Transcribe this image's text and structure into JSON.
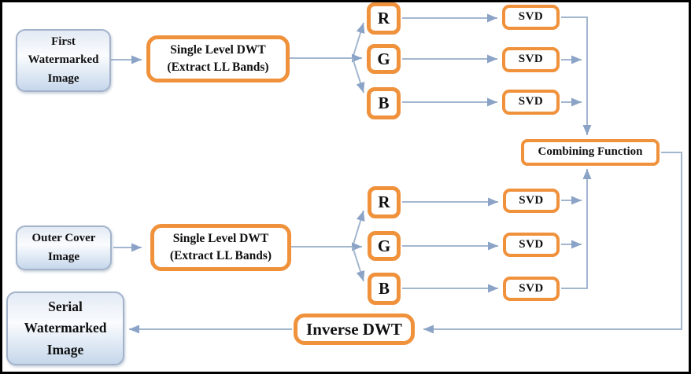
{
  "figure": {
    "kind": "flowchart"
  },
  "colors": {
    "process_border_orange": "#f0913c",
    "connector_blue": "#a3b6cf",
    "arrowhead_blue": "#8aa3c6",
    "image_node_fill_top": "#e3eaf4",
    "image_node_fill_bottom": "#c6d7eb",
    "image_node_border": "#a2b3ca",
    "text": "#101010",
    "frame_border": "#000000",
    "background": "#ffffff"
  },
  "nodes": {
    "first_watermarked_image": "First\nWatermarked\nImage",
    "single_level_dwt_top": "Single Level DWT\n(Extract LL Bands)",
    "r_channel_top": "R",
    "g_channel_top": "G",
    "b_channel_top": "B",
    "svd_top_r": "SVD",
    "svd_top_g": "SVD",
    "svd_top_b": "SVD",
    "combining_function": "Combining Function",
    "outer_cover_image": "Outer Cover\nImage",
    "single_level_dwt_bottom": "Single Level DWT\n(Extract LL Bands)",
    "r_channel_bottom": "R",
    "g_channel_bottom": "G",
    "b_channel_bottom": "B",
    "svd_bottom_r": "SVD",
    "svd_bottom_g": "SVD",
    "svd_bottom_b": "SVD",
    "inverse_dwt": "Inverse DWT",
    "serial_watermarked_image": "Serial\nWatermarked\nImage"
  },
  "edges": [
    "first_watermarked_image -> single_level_dwt_top",
    "single_level_dwt_top -> r_channel_top",
    "single_level_dwt_top -> g_channel_top",
    "single_level_dwt_top -> b_channel_top",
    "r_channel_top -> svd_top_r",
    "g_channel_top -> svd_top_g",
    "b_channel_top -> svd_top_b",
    "svd_top_r -> combining_function",
    "svd_top_g -> combining_function",
    "svd_top_b -> combining_function",
    "outer_cover_image -> single_level_dwt_bottom",
    "single_level_dwt_bottom -> r_channel_bottom",
    "single_level_dwt_bottom -> g_channel_bottom",
    "single_level_dwt_bottom -> b_channel_bottom",
    "r_channel_bottom -> svd_bottom_r",
    "g_channel_bottom -> svd_bottom_g",
    "b_channel_bottom -> svd_bottom_b",
    "svd_bottom_r -> combining_function",
    "svd_bottom_g -> combining_function",
    "svd_bottom_b -> combining_function",
    "combining_function -> inverse_dwt",
    "inverse_dwt -> serial_watermarked_image"
  ]
}
